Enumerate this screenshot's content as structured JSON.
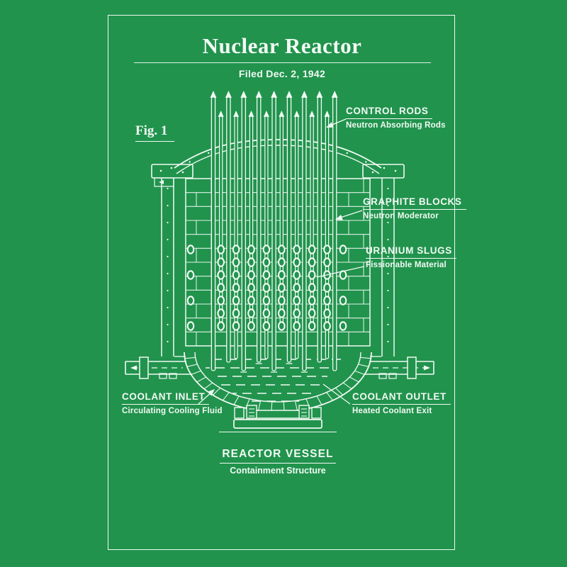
{
  "colors": {
    "background": "#21934D",
    "ink": "#F2FAF4"
  },
  "header": {
    "title": "Nuclear Reactor",
    "subtitle": "Filed Dec. 2, 1942"
  },
  "figure": {
    "label": "Fig. 1"
  },
  "callouts": {
    "control_rods": {
      "title": "CONTROL RODS",
      "subtitle": "Neutron Absorbing Rods"
    },
    "graphite_blocks": {
      "title": "GRAPHITE BLOCKS",
      "subtitle": "Neutron Moderator"
    },
    "uranium_slugs": {
      "title": "URANIUM SLUGS",
      "subtitle": "Fissionable Material"
    },
    "coolant_inlet": {
      "title": "COOLANT INLET",
      "subtitle": "Circulating Cooling Fluid"
    },
    "coolant_outlet": {
      "title": "COOLANT OUTLET",
      "subtitle": "Heated Coolant Exit"
    },
    "reactor_vessel": {
      "title": "REACTOR VESSEL",
      "subtitle": "Containment Structure"
    }
  }
}
